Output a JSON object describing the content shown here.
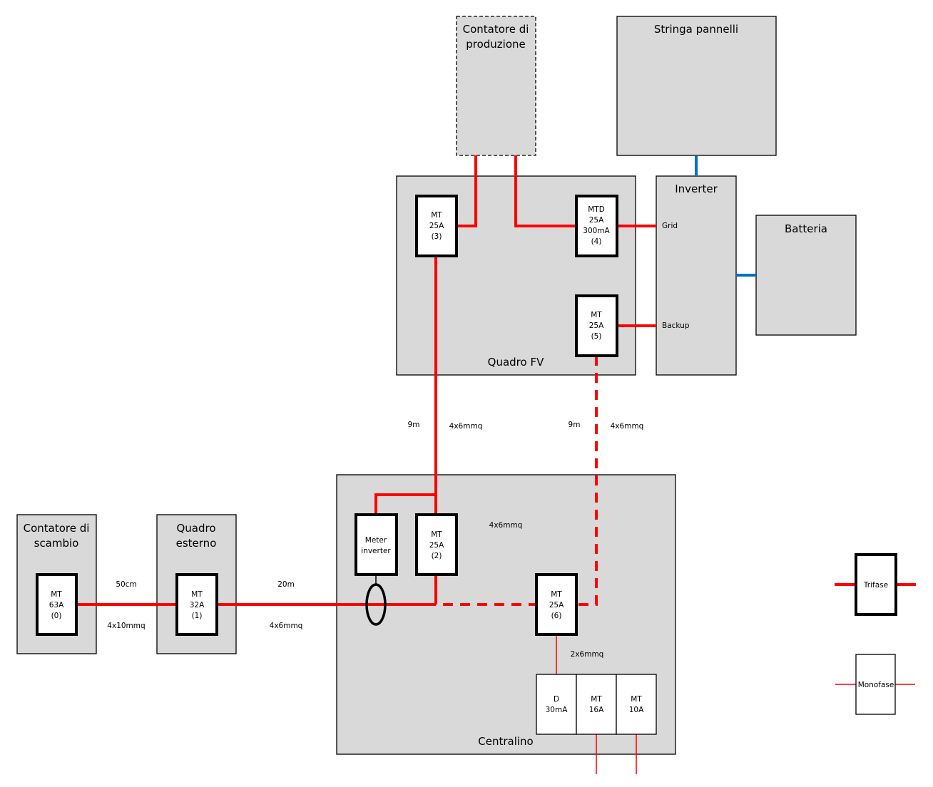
{
  "diagram": {
    "colors": {
      "ac_wire": "#ff0000",
      "dc_wire": "#0070c0",
      "panel_fill": "#d9d9d9",
      "breaker_fill": "#ffffff"
    },
    "panels": {
      "contatore_produzione": {
        "title_line1": "Contatore di",
        "title_line2": "produzione"
      },
      "stringa_pannelli": {
        "title": "Stringa pannelli"
      },
      "quadro_fv": {
        "title": "Quadro FV"
      },
      "inverter": {
        "title": "Inverter",
        "port_grid": "Grid",
        "port_backup": "Backup"
      },
      "batteria": {
        "title": "Batteria"
      },
      "contatore_scambio": {
        "title_line1": "Contatore di",
        "title_line2": "scambio"
      },
      "quadro_esterno": {
        "title_line1": "Quadro",
        "title_line2": "esterno"
      },
      "centralino": {
        "title": "Centralino"
      }
    },
    "breakers": {
      "b0": [
        "MT",
        "63A",
        "(0)"
      ],
      "b1": [
        "MT",
        "32A",
        "(1)"
      ],
      "b2": [
        "MT",
        "25A",
        "(2)"
      ],
      "b3": [
        "MT",
        "25A",
        "(3)"
      ],
      "b4": [
        "MTD",
        "25A",
        "300mA",
        "(4)"
      ],
      "b5": [
        "MT",
        "25A",
        "(5)"
      ],
      "b6": [
        "MT",
        "25A",
        "(6)"
      ],
      "meter": [
        "Meter",
        "inverter"
      ],
      "d30": [
        "D",
        "30mA"
      ],
      "mt16": [
        "MT",
        "16A"
      ],
      "mt10": [
        "MT",
        "10A"
      ]
    },
    "cables": {
      "scambio_esterno": {
        "length": "50cm",
        "section": "4x10mmq"
      },
      "esterno_centralino": {
        "length": "20m",
        "section": "4x6mmq"
      },
      "fv_centralino": {
        "length": "9m",
        "section": "4x6mmq"
      },
      "backup_centralino": {
        "length": "9m",
        "section": "4x6mmq"
      },
      "centralino_internal": {
        "section": "4x6mmq"
      },
      "b6_to_d30": {
        "section": "2x6mmq"
      }
    },
    "legend": {
      "trifase": "Trifase",
      "monofase": "Monofase"
    }
  }
}
